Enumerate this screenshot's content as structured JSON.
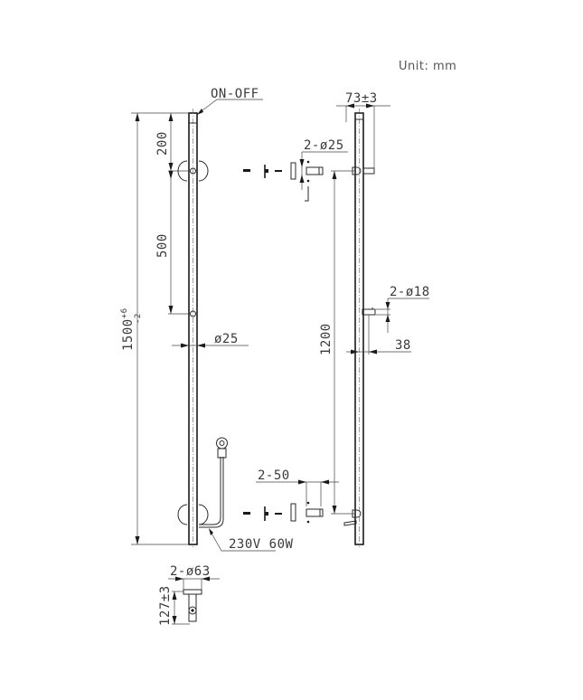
{
  "unit_label": "Unit: mm",
  "left_view": {
    "switch_label": "ON-OFF",
    "dim_top_to_bracket": "200",
    "dim_bracket_spacing": "500",
    "dim_total_height": "1500",
    "dim_total_tol_plus": "+6",
    "dim_total_tol_minus": "-2",
    "dim_tube_diameter": "ø25",
    "cable_label": "230V 60W"
  },
  "right_view": {
    "dim_depth": "73±3",
    "dim_top_fixing": "2-ø25",
    "dim_mid_bracket": "2-ø18",
    "dim_mid_offset": "38",
    "dim_fixing_spacing": "1200",
    "dim_bottom_fixing": "2-50"
  },
  "detail_view": {
    "dim_base_diameter": "2-ø63",
    "dim_projection": "127±3"
  }
}
